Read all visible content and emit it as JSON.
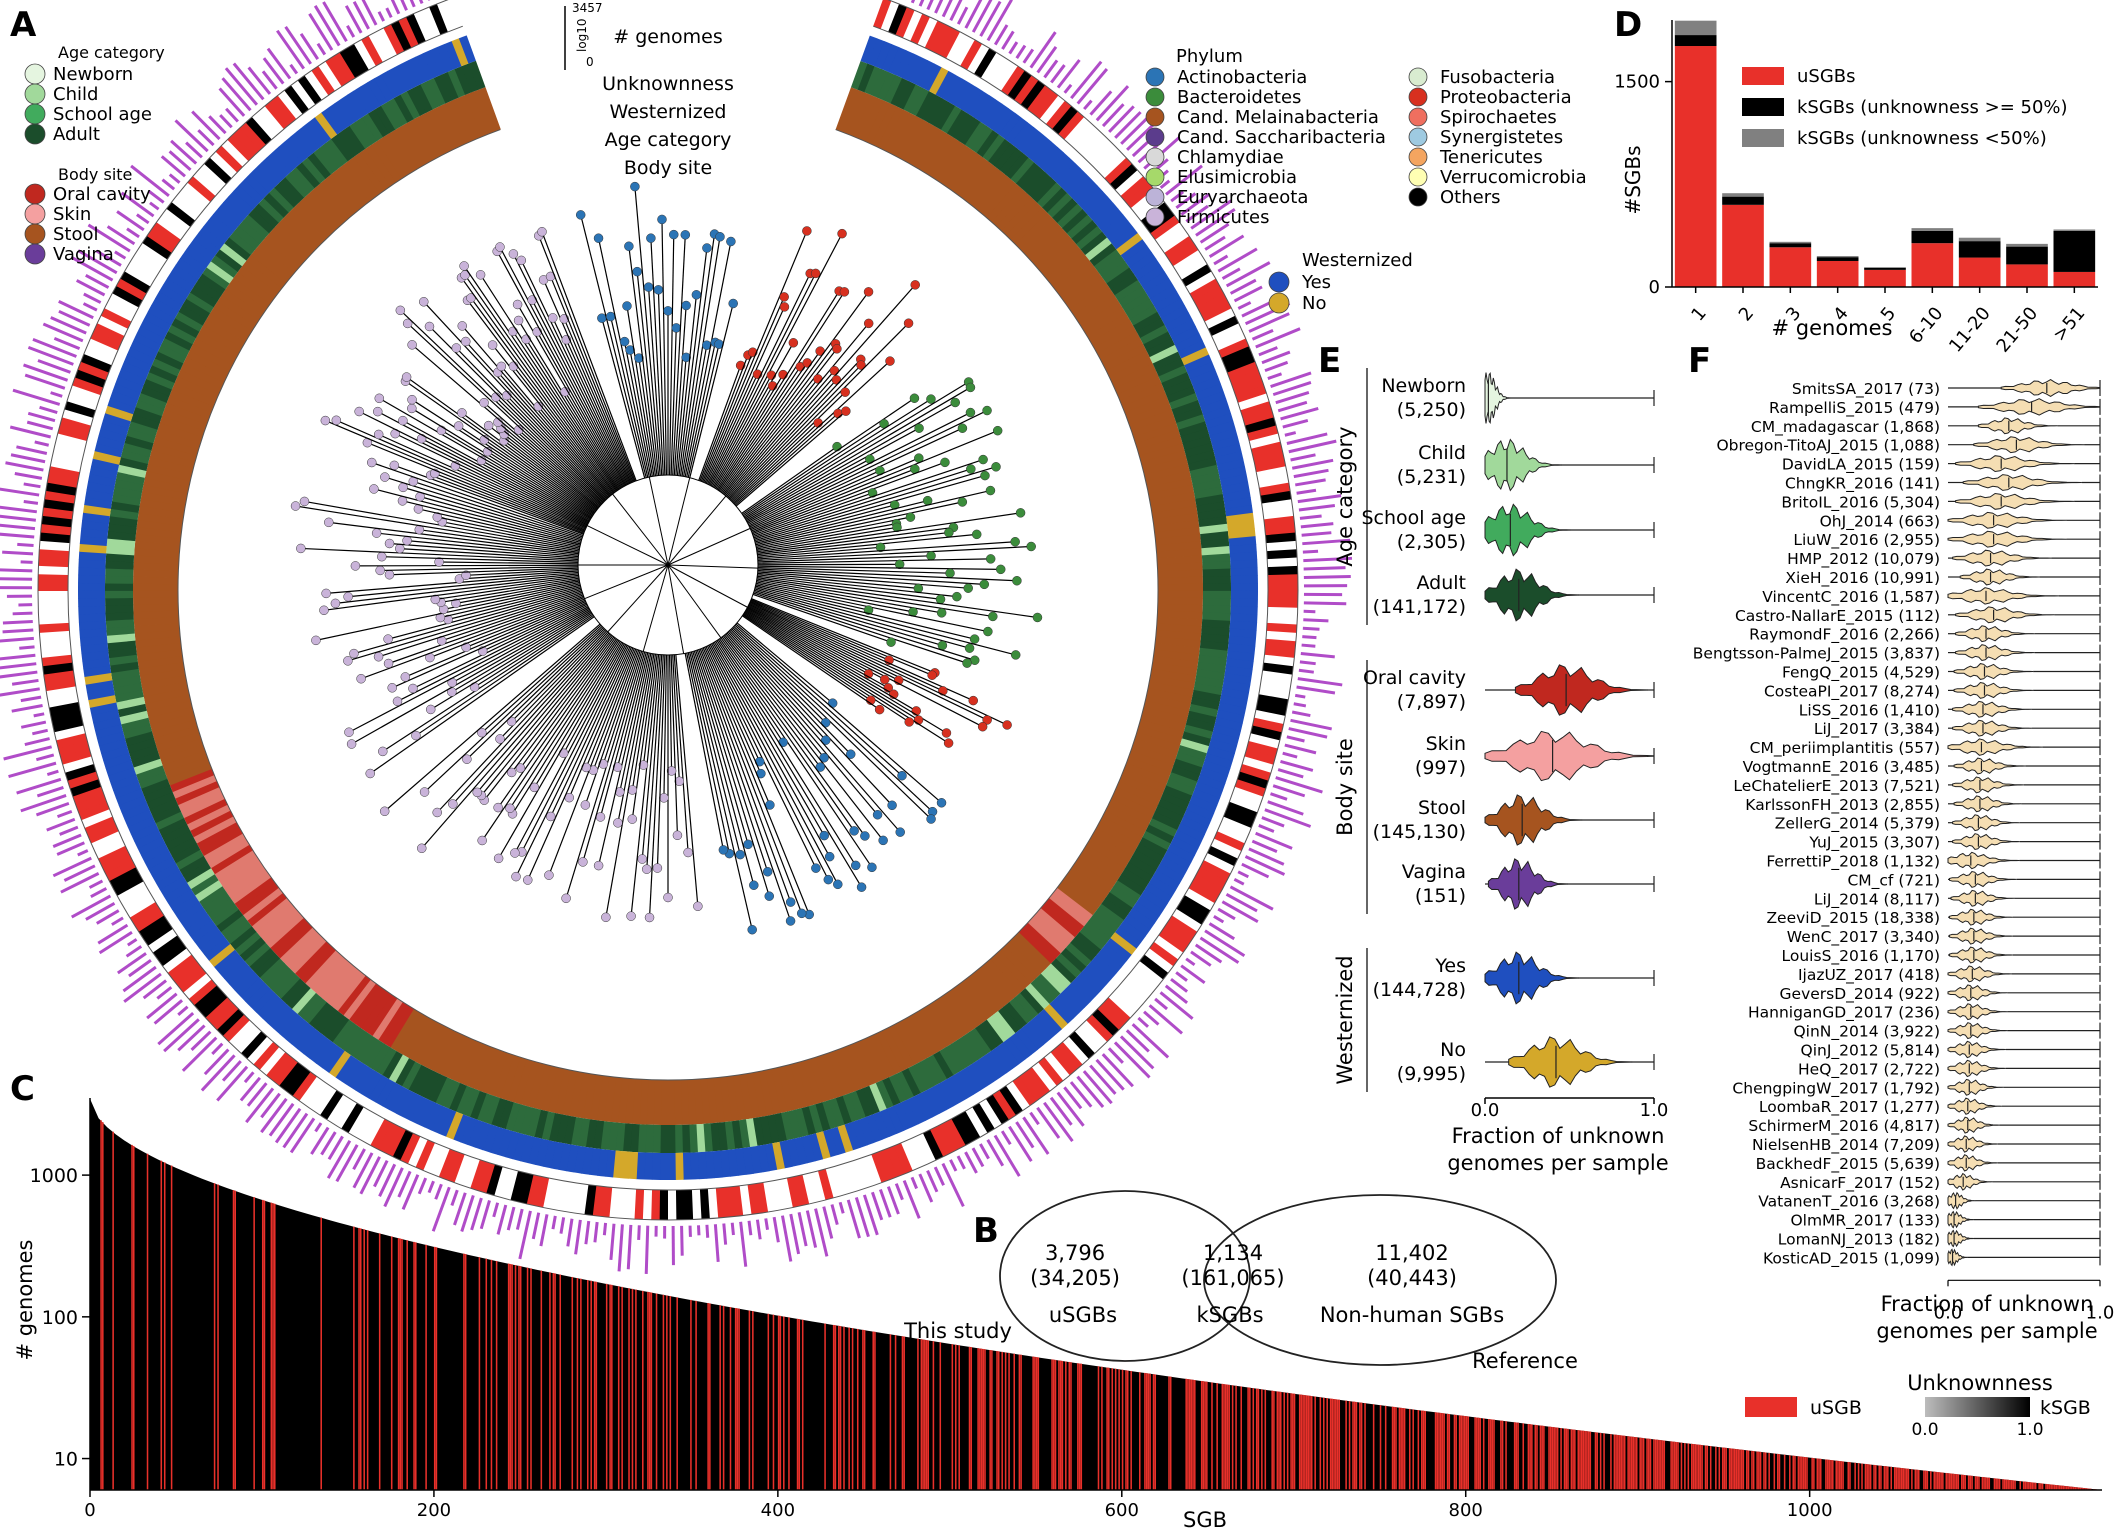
{
  "panels": {
    "A": "A",
    "B": "B",
    "C": "C",
    "D": "D",
    "E": "E",
    "F": "F"
  },
  "panel_a": {
    "ring_labels": {
      "genomes": "# genomes",
      "unknownness": "Unknownness",
      "westernized": "Westernized",
      "age": "Age category",
      "body": "Body site"
    },
    "scale_top": "3457",
    "scale_bottom": "0",
    "scale_axis": "log10",
    "age_legend": {
      "title": "Age category",
      "items": [
        {
          "label": "Newborn",
          "color": "#e5f5e0"
        },
        {
          "label": "Child",
          "color": "#a1d99b"
        },
        {
          "label": "School age",
          "color": "#41ab5d"
        },
        {
          "label": "Adult",
          "color": "#1b4d2b"
        }
      ]
    },
    "body_legend": {
      "title": "Body site",
      "items": [
        {
          "label": "Oral cavity",
          "color": "#c0281f"
        },
        {
          "label": "Skin",
          "color": "#f4a0a0"
        },
        {
          "label": "Stool",
          "color": "#a6541f"
        },
        {
          "label": "Vagina",
          "color": "#6a3d9a"
        }
      ]
    },
    "phylum_legend": {
      "title": "Phylum",
      "items": [
        {
          "label": "Actinobacteria",
          "color": "#2b74b5"
        },
        {
          "label": "Bacteroidetes",
          "color": "#3b8c3b"
        },
        {
          "label": "Cand. Melainabacteria",
          "color": "#a6541f"
        },
        {
          "label": "Cand. Saccharibacteria",
          "color": "#5b3c8c"
        },
        {
          "label": "Chlamydiae",
          "color": "#d9d9d9"
        },
        {
          "label": "Elusimicrobia",
          "color": "#a6d96a"
        },
        {
          "label": "Euryarchaeota",
          "color": "#bcb3d8"
        },
        {
          "label": "Firmicutes",
          "color": "#c9b3d9"
        },
        {
          "label": "Fusobacteria",
          "color": "#d9ecd0"
        },
        {
          "label": "Proteobacteria",
          "color": "#d7301f"
        },
        {
          "label": "Spirochaetes",
          "color": "#ef6f5f"
        },
        {
          "label": "Synergistetes",
          "color": "#9ecae1"
        },
        {
          "label": "Tenericutes",
          "color": "#f4a560"
        },
        {
          "label": "Verrucomicrobia",
          "color": "#ffffb3"
        },
        {
          "label": "Others",
          "color": "#000000"
        }
      ]
    },
    "west_legend": {
      "title": "Westernized",
      "items": [
        {
          "label": "Yes",
          "color": "#1f4fbf"
        },
        {
          "label": "No",
          "color": "#d4a82a"
        }
      ]
    }
  },
  "panel_b": {
    "left": {
      "line1": "3,796",
      "line2": "(34,205)",
      "line3": "uSGBs"
    },
    "mid": {
      "line1": "1,134",
      "line2": "(161,065)",
      "line3": "kSGBs"
    },
    "right": {
      "line1": "11,402",
      "line2": "(40,443)",
      "line3": "Non-human SGBs"
    },
    "label_left": "This study",
    "label_right": "Reference"
  },
  "chart_data": [
    {
      "id": "D",
      "type": "bar",
      "stacked": true,
      "ylabel": "#SGBs",
      "xlabel": "# genomes",
      "categories": [
        "1",
        "2",
        "3",
        "4",
        "5",
        "6-10",
        "11-20",
        "21-50",
        ">51"
      ],
      "yticks": [
        "0",
        "1500"
      ],
      "ylim": [
        0,
        1950
      ],
      "series": [
        {
          "name": "uSGBs",
          "color": "#e8302a",
          "values": [
            1760,
            600,
            290,
            190,
            125,
            320,
            215,
            165,
            110
          ]
        },
        {
          "name": "kSGBs (unknowness >= 50%)",
          "color": "#000000",
          "values": [
            80,
            60,
            30,
            28,
            15,
            90,
            120,
            130,
            300
          ]
        },
        {
          "name": "kSGBs (unknowness <50%)",
          "color": "#808080",
          "values": [
            105,
            25,
            10,
            8,
            5,
            20,
            25,
            20,
            10
          ]
        }
      ]
    },
    {
      "id": "C",
      "type": "bar",
      "ylabel": "# genomes",
      "xlabel": "SGB",
      "yscale": "log",
      "ylim": [
        6,
        3500
      ],
      "xlim": [
        0,
        1170
      ],
      "yticks": [
        "10",
        "100",
        "1000"
      ],
      "xticks": [
        "0",
        "200",
        "400",
        "600",
        "800",
        "1000"
      ],
      "n_sgbs": 1170,
      "max_genomes": 3457,
      "min_genomes": 6,
      "colorbar_title": "Unknownness",
      "colorbar_min": "0.0",
      "colorbar_max": "1.0",
      "legend_usgb": "uSGB",
      "legend_ksgb": "kSGB"
    },
    {
      "id": "E",
      "type": "violin",
      "xlabel": "Fraction of unknown genomes per sample",
      "xticks": [
        "0.0",
        "1.0"
      ],
      "groups": [
        {
          "title": "Age category",
          "items": [
            {
              "label": "Newborn",
              "n": "(5,250)",
              "color": "#e5f5e0",
              "median": 0.02,
              "spread": 0.08
            },
            {
              "label": "Child",
              "n": "(5,231)",
              "color": "#a1d99b",
              "median": 0.13,
              "spread": 0.2
            },
            {
              "label": "School age",
              "n": "(2,305)",
              "color": "#41ab5d",
              "median": 0.15,
              "spread": 0.22
            },
            {
              "label": "Adult",
              "n": "(141,172)",
              "color": "#1b4d2b",
              "median": 0.2,
              "spread": 0.22
            }
          ]
        },
        {
          "title": "Body site",
          "items": [
            {
              "label": "Oral cavity",
              "n": "(7,897)",
              "color": "#c0281f",
              "median": 0.48,
              "spread": 0.3
            },
            {
              "label": "Skin",
              "n": "(997)",
              "color": "#f4a0a0",
              "median": 0.4,
              "spread": 0.4
            },
            {
              "label": "Stool",
              "n": "(145,130)",
              "color": "#a6541f",
              "median": 0.22,
              "spread": 0.22
            },
            {
              "label": "Vagina",
              "n": "(151)",
              "color": "#6a3d9a",
              "median": 0.2,
              "spread": 0.18
            }
          ]
        },
        {
          "title": "Westernized",
          "items": [
            {
              "label": "Yes",
              "n": "(144,728)",
              "color": "#1f4fbf",
              "median": 0.2,
              "spread": 0.22
            },
            {
              "label": "No",
              "n": "(9,995)",
              "color": "#d4a82a",
              "median": 0.42,
              "spread": 0.28
            }
          ]
        }
      ]
    },
    {
      "id": "F",
      "type": "violin",
      "xlabel": "Fraction of unknown genomes per sample",
      "xticks": [
        "0.0",
        "1.0"
      ],
      "color": "#f5deb3",
      "items": [
        {
          "label": "SmitsSA_2017 (73)",
          "median": 0.65,
          "spread": 0.3
        },
        {
          "label": "RampelliS_2015 (479)",
          "median": 0.55,
          "spread": 0.35
        },
        {
          "label": "CM_madagascar (1,868)",
          "median": 0.4,
          "spread": 0.2
        },
        {
          "label": "Obregon-TitoAJ_2015 (1,088)",
          "median": 0.45,
          "spread": 0.28
        },
        {
          "label": "DavidLA_2015 (159)",
          "median": 0.35,
          "spread": 0.3
        },
        {
          "label": "ChngKR_2016 (141)",
          "median": 0.4,
          "spread": 0.3
        },
        {
          "label": "BritoIL_2016 (5,304)",
          "median": 0.35,
          "spread": 0.3
        },
        {
          "label": "OhJ_2014 (663)",
          "median": 0.3,
          "spread": 0.3
        },
        {
          "label": "LiuW_2016 (2,955)",
          "median": 0.3,
          "spread": 0.3
        },
        {
          "label": "HMP_2012 (10,079)",
          "median": 0.28,
          "spread": 0.25
        },
        {
          "label": "XieH_2016 (10,991)",
          "median": 0.28,
          "spread": 0.2
        },
        {
          "label": "VincentC_2016 (1,587)",
          "median": 0.25,
          "spread": 0.3
        },
        {
          "label": "Castro-NallarE_2015 (112)",
          "median": 0.3,
          "spread": 0.25
        },
        {
          "label": "RaymondF_2016 (2,266)",
          "median": 0.25,
          "spread": 0.2
        },
        {
          "label": "Bengtsson-PalmeJ_2015 (3,837)",
          "median": 0.25,
          "spread": 0.2
        },
        {
          "label": "FengQ_2015 (4,529)",
          "median": 0.24,
          "spread": 0.2
        },
        {
          "label": "CosteaPI_2017 (8,274)",
          "median": 0.24,
          "spread": 0.2
        },
        {
          "label": "LiSS_2016 (1,410)",
          "median": 0.23,
          "spread": 0.2
        },
        {
          "label": "LiJ_2017 (3,384)",
          "median": 0.23,
          "spread": 0.2
        },
        {
          "label": "CM_periimplantitis (557)",
          "median": 0.22,
          "spread": 0.25
        },
        {
          "label": "VogtmannE_2016 (3,485)",
          "median": 0.22,
          "spread": 0.18
        },
        {
          "label": "LeChatelierE_2013 (7,521)",
          "median": 0.21,
          "spread": 0.18
        },
        {
          "label": "KarlssonFH_2013 (2,855)",
          "median": 0.21,
          "spread": 0.17
        },
        {
          "label": "ZellerG_2014 (5,379)",
          "median": 0.2,
          "spread": 0.17
        },
        {
          "label": "YuJ_2015 (3,307)",
          "median": 0.2,
          "spread": 0.17
        },
        {
          "label": "FerrettiP_2018 (1,132)",
          "median": 0.15,
          "spread": 0.2
        },
        {
          "label": "CM_cf (721)",
          "median": 0.18,
          "spread": 0.17
        },
        {
          "label": "LiJ_2014 (8,117)",
          "median": 0.18,
          "spread": 0.16
        },
        {
          "label": "ZeeviD_2015 (18,338)",
          "median": 0.17,
          "spread": 0.16
        },
        {
          "label": "WenC_2017 (3,340)",
          "median": 0.17,
          "spread": 0.16
        },
        {
          "label": "LouisS_2016 (1,170)",
          "median": 0.17,
          "spread": 0.16
        },
        {
          "label": "IjazUZ_2017 (418)",
          "median": 0.16,
          "spread": 0.16
        },
        {
          "label": "GeversD_2014 (922)",
          "median": 0.15,
          "spread": 0.15
        },
        {
          "label": "HanniganGD_2017 (236)",
          "median": 0.15,
          "spread": 0.15
        },
        {
          "label": "QinN_2014 (3,922)",
          "median": 0.15,
          "spread": 0.15
        },
        {
          "label": "QinJ_2012 (5,814)",
          "median": 0.14,
          "spread": 0.15
        },
        {
          "label": "HeQ_2017 (2,722)",
          "median": 0.14,
          "spread": 0.15
        },
        {
          "label": "ChengpingW_2017 (1,792)",
          "median": 0.14,
          "spread": 0.14
        },
        {
          "label": "LoombaR_2017 (1,277)",
          "median": 0.13,
          "spread": 0.14
        },
        {
          "label": "SchirmerM_2016 (4,817)",
          "median": 0.13,
          "spread": 0.13
        },
        {
          "label": "NielsenHB_2014 (7,209)",
          "median": 0.12,
          "spread": 0.13
        },
        {
          "label": "BackhedF_2015 (5,639)",
          "median": 0.12,
          "spread": 0.13
        },
        {
          "label": "AsnicarF_2017 (152)",
          "median": 0.1,
          "spread": 0.12
        },
        {
          "label": "VatanenT_2016 (3,268)",
          "median": 0.05,
          "spread": 0.08
        },
        {
          "label": "OlmMR_2017 (133)",
          "median": 0.04,
          "spread": 0.08
        },
        {
          "label": "LomanNJ_2013 (182)",
          "median": 0.04,
          "spread": 0.08
        },
        {
          "label": "KosticAD_2015 (1,099)",
          "median": 0.03,
          "spread": 0.06
        }
      ]
    }
  ]
}
